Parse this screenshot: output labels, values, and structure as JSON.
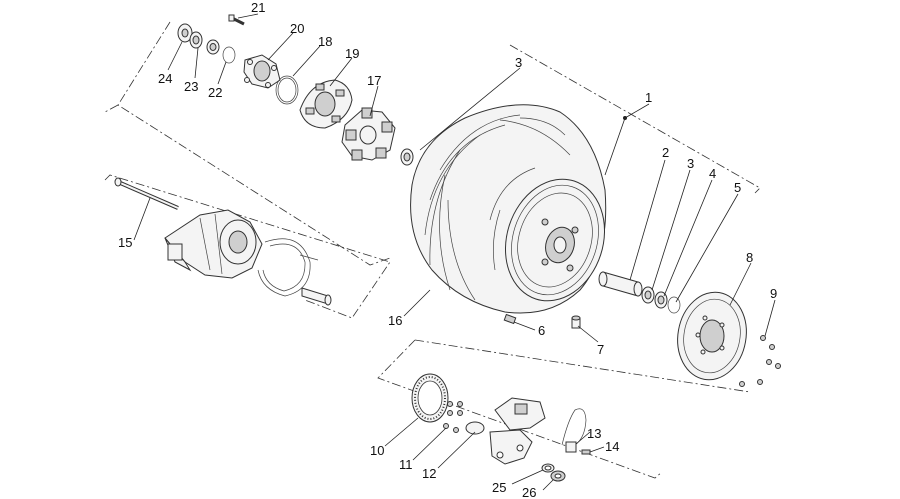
{
  "diagram": {
    "callouts": [
      {
        "id": "c1",
        "label": "1"
      },
      {
        "id": "c2",
        "label": "2"
      },
      {
        "id": "c3a",
        "label": "3"
      },
      {
        "id": "c3b",
        "label": "3"
      },
      {
        "id": "c4",
        "label": "4"
      },
      {
        "id": "c5",
        "label": "5"
      },
      {
        "id": "c6",
        "label": "6"
      },
      {
        "id": "c7",
        "label": "7"
      },
      {
        "id": "c8",
        "label": "8"
      },
      {
        "id": "c9",
        "label": "9"
      },
      {
        "id": "c10",
        "label": "10"
      },
      {
        "id": "c11",
        "label": "11"
      },
      {
        "id": "c12",
        "label": "12"
      },
      {
        "id": "c13",
        "label": "13"
      },
      {
        "id": "c14",
        "label": "14"
      },
      {
        "id": "c15",
        "label": "15"
      },
      {
        "id": "c16",
        "label": "16"
      },
      {
        "id": "c17",
        "label": "17"
      },
      {
        "id": "c18",
        "label": "18"
      },
      {
        "id": "c19",
        "label": "19"
      },
      {
        "id": "c20",
        "label": "20"
      },
      {
        "id": "c21",
        "label": "21"
      },
      {
        "id": "c22",
        "label": "22"
      },
      {
        "id": "c23",
        "label": "23"
      },
      {
        "id": "c24",
        "label": "24"
      },
      {
        "id": "c25",
        "label": "25"
      },
      {
        "id": "c26",
        "label": "26"
      }
    ]
  }
}
